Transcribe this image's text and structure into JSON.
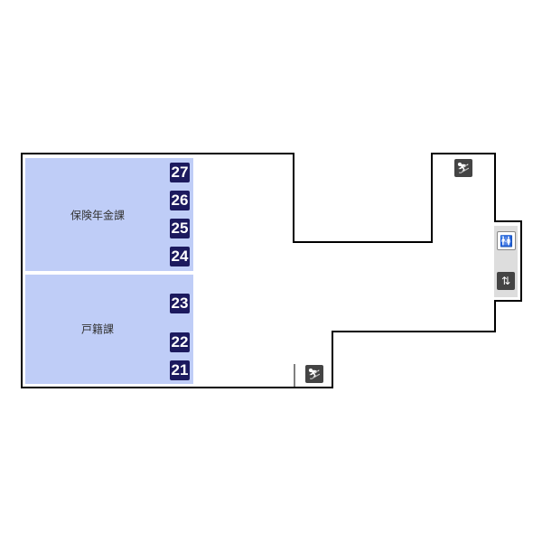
{
  "rooms": [
    {
      "name": "保険年金課",
      "windows": [
        "27",
        "26",
        "25",
        "24"
      ]
    },
    {
      "name": "戸籍課",
      "windows": [
        "23",
        "22",
        "21"
      ]
    }
  ],
  "icons": [
    "escalator-icon",
    "escalator-icon",
    "restroom-icon",
    "elevator-icon"
  ],
  "colors": {
    "room": "#bfcdf7",
    "badge": "#1c1a5e",
    "wall": "#000000"
  }
}
